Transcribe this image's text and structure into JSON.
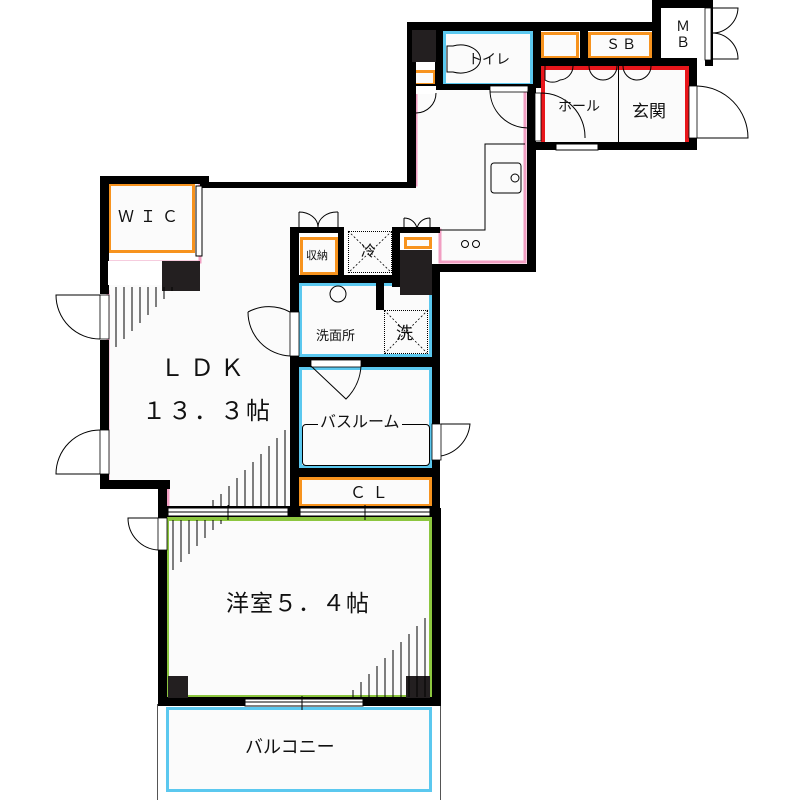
{
  "floorplan": {
    "colors": {
      "wall": "#000000",
      "ldk_outline": "#f19ec2",
      "bedroom_outline": "#8cc63f",
      "wet_area_outline": "#5bc8ef",
      "storage_outline": "#f7931e",
      "entrance_outline": "#e8161b",
      "pillar": "#231f20"
    },
    "rooms": {
      "ldk": {
        "name": "ＬＤＫ",
        "area": "１３．３帖"
      },
      "bedroom": {
        "name": "洋室５．４帖"
      },
      "balcony": {
        "name": "バルコニー"
      },
      "toilet": {
        "name": "トイレ"
      },
      "hall": {
        "name": "ホール"
      },
      "entrance": {
        "name": "玄関"
      },
      "shoe_box": {
        "name": "ＳＢ"
      },
      "meter_box": {
        "line1": "Ｍ",
        "line2": "Ｂ"
      },
      "wic": {
        "name": "ＷＩＣ"
      },
      "storage": {
        "name": "収納"
      },
      "fridge": {
        "name": "冷"
      },
      "washroom": {
        "name": "洗面所"
      },
      "washer": {
        "name": "洗"
      },
      "bathroom": {
        "name": "バスルーム"
      },
      "closet": {
        "name": "ＣＬ"
      }
    }
  }
}
